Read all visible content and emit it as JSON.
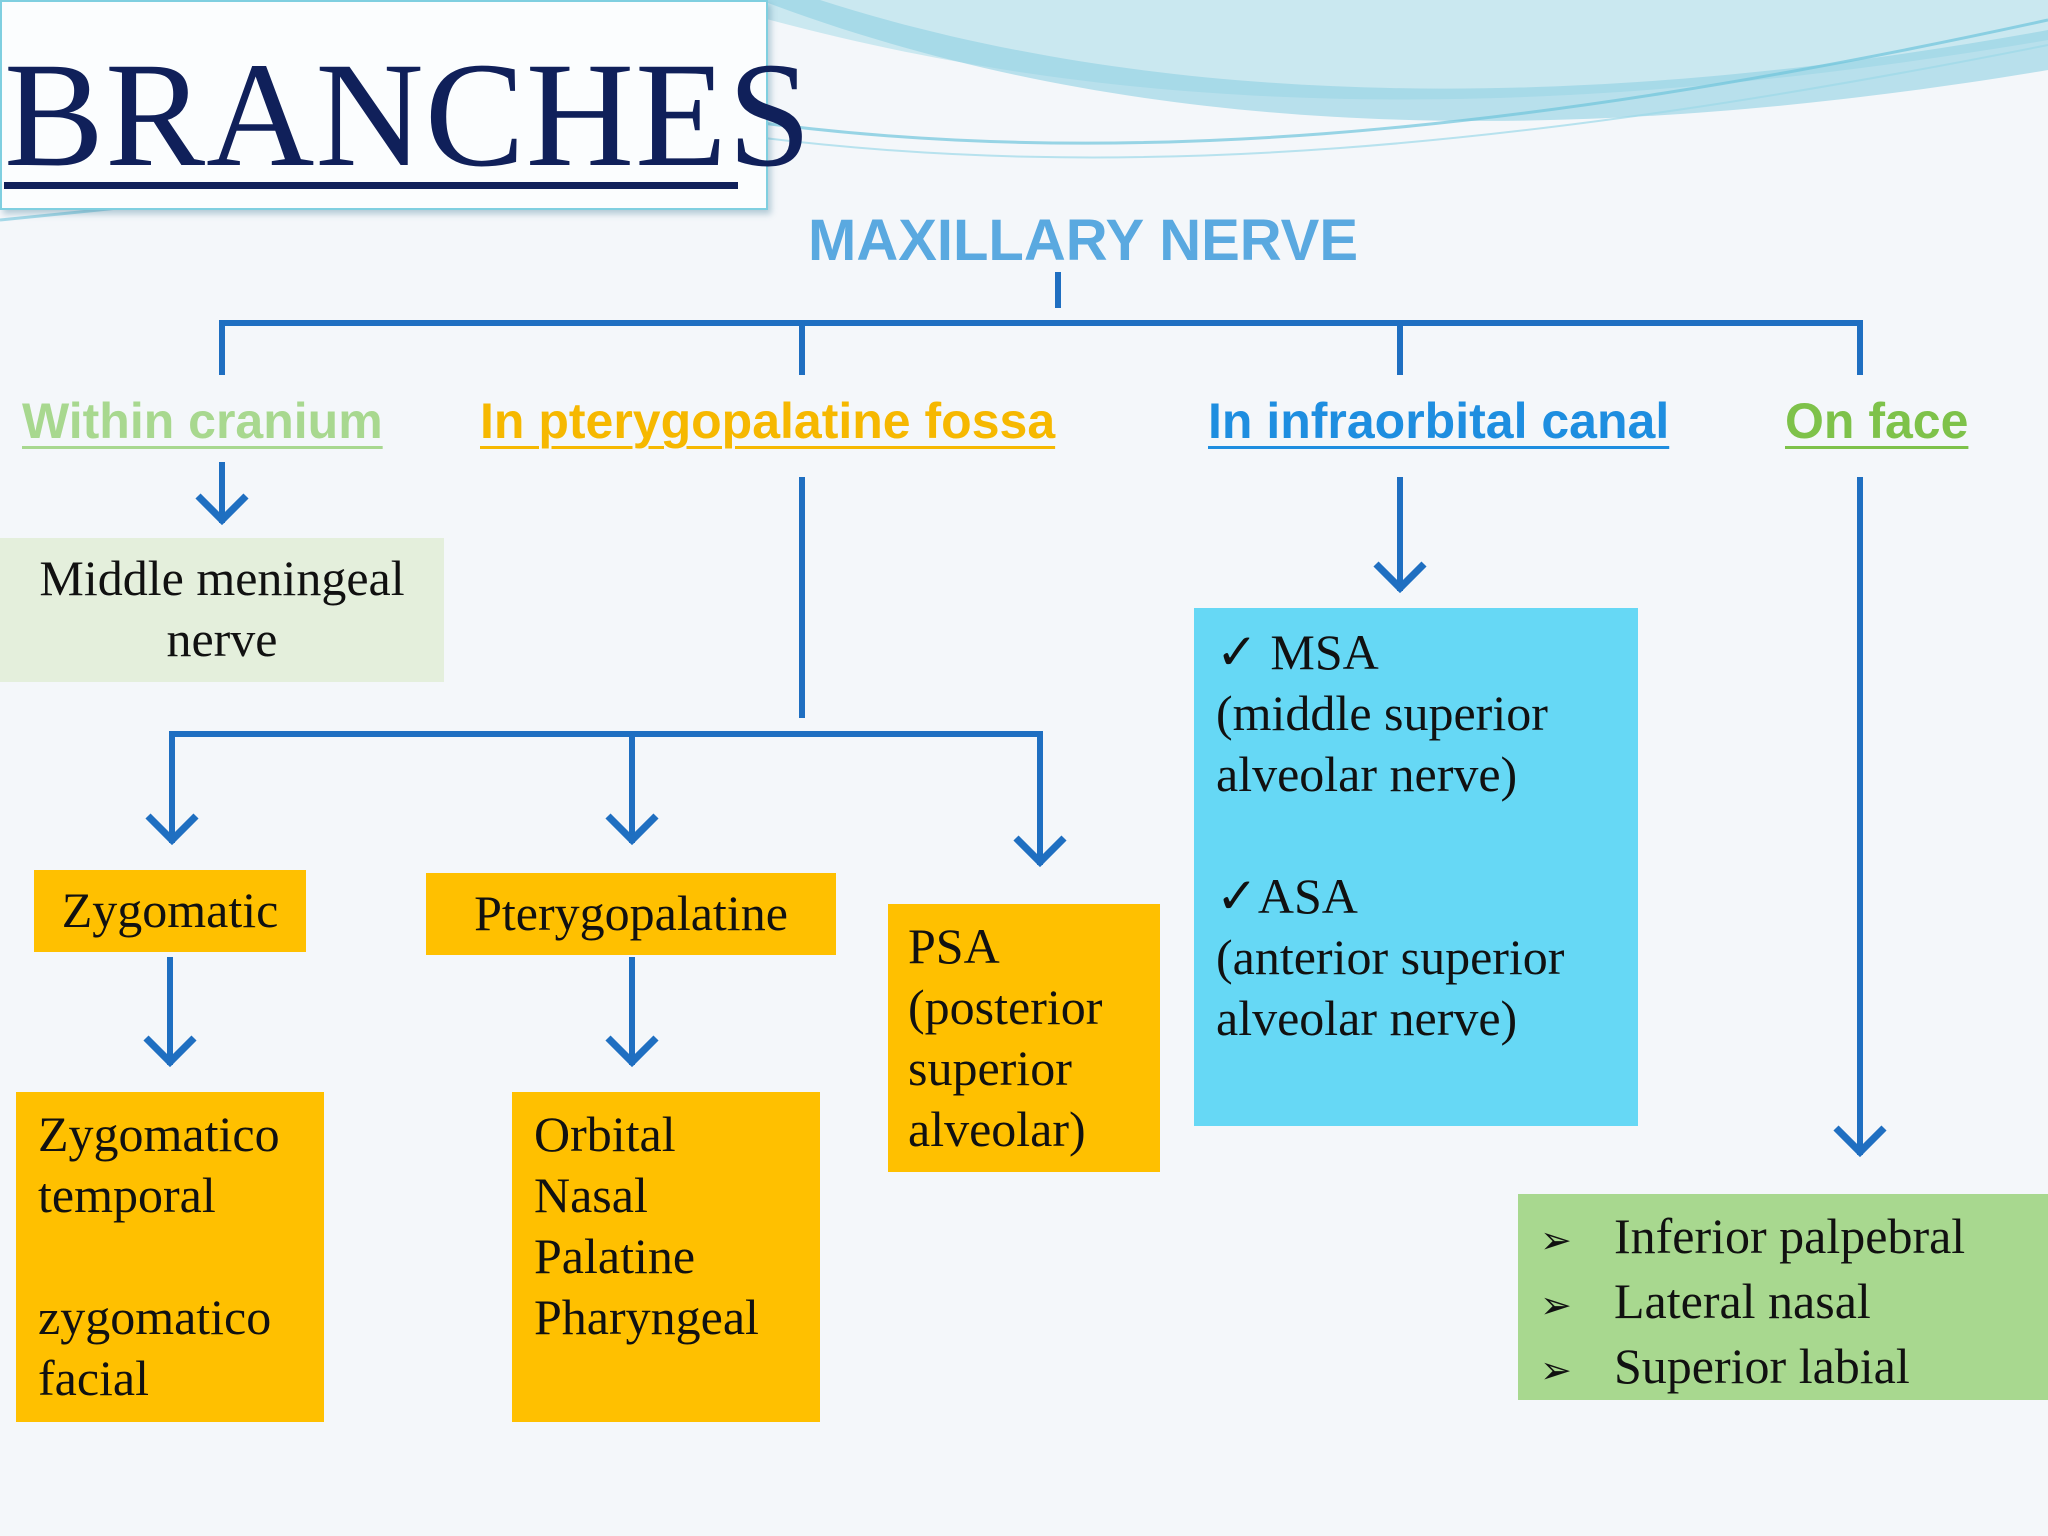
{
  "slide": {
    "title": "BRANCHES",
    "root": "MAXILLARY NERVE"
  },
  "categories": {
    "within_cranium": "Within cranium",
    "pterygopalatine_fossa": "In pterygopalatine fossa",
    "infraorbital_canal": "In infraorbital canal",
    "on_face": "On face"
  },
  "nodes": {
    "middle_meningeal": {
      "line1": "Middle meningeal",
      "line2": "nerve"
    },
    "zygomatic": "Zygomatic",
    "pterygopalatine": "Pterygopalatine",
    "psa": {
      "line1": "PSA",
      "line2": "(posterior",
      "line3": "superior",
      "line4": "alveolar)"
    },
    "zygomatic_children": {
      "line1": "Zygomatico",
      "line2": "temporal",
      "line3": "zygomatico",
      "line4": "facial"
    },
    "pterygopalatine_children": [
      "Orbital",
      "Nasal",
      "Palatine",
      "Pharyngeal"
    ],
    "infraorbital": {
      "msa_label": "✓ MSA",
      "msa_line1": "(middle superior",
      "msa_line2": "alveolar nerve)",
      "asa_label": "✓ASA",
      "asa_line1": "(anterior superior",
      "asa_line2": "alveolar nerve)"
    },
    "face_branches": [
      "Inferior palpebral",
      "Lateral nasal",
      "Superior labial"
    ],
    "face_bullet": "➢"
  },
  "colors": {
    "title_text": "#10205a",
    "root_text": "#5aa9e0",
    "connector": "#1f6fc1",
    "orange_box": "#ffc000",
    "blue_box": "#66d8f5",
    "green_box": "#a8d88f",
    "light_green_box": "#e4efdc"
  }
}
